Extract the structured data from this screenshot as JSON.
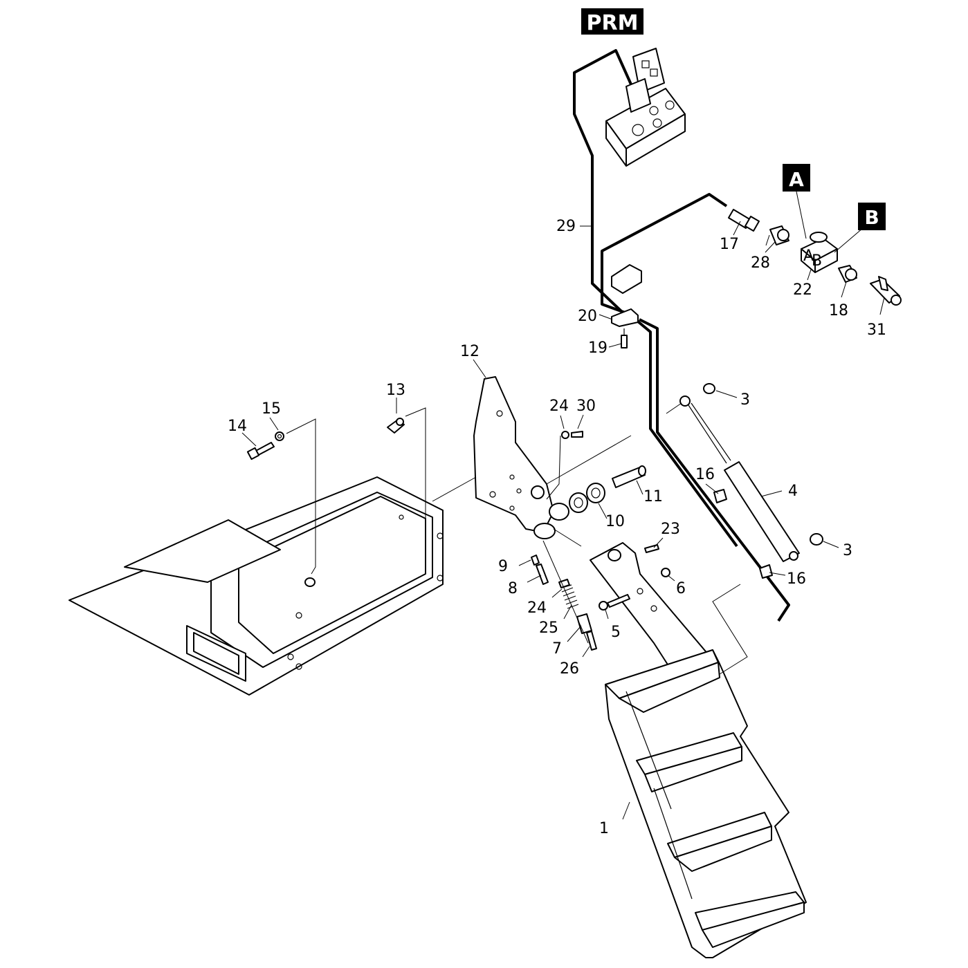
{
  "tags": {
    "prm": "PRM",
    "a": "A",
    "b": "B"
  },
  "valve_ports": {
    "a": "A",
    "b": "B"
  },
  "callouts": {
    "c1": "1",
    "c3a": "3",
    "c3b": "3",
    "c4": "4",
    "c5": "5",
    "c6": "6",
    "c7": "7",
    "c8": "8",
    "c9": "9",
    "c10": "10",
    "c11": "11",
    "c12": "12",
    "c13": "13",
    "c14": "14",
    "c15": "15",
    "c16a": "16",
    "c16b": "16",
    "c17": "17",
    "c18": "18",
    "c19": "19",
    "c20": "20",
    "c22": "22",
    "c23": "23",
    "c24a": "24",
    "c24b": "24",
    "c25": "25",
    "c26": "26",
    "c28": "28",
    "c29": "29",
    "c30": "30",
    "c31": "31"
  },
  "colors": {
    "line": "#000000",
    "badge": "#000000",
    "background": "#ffffff"
  }
}
